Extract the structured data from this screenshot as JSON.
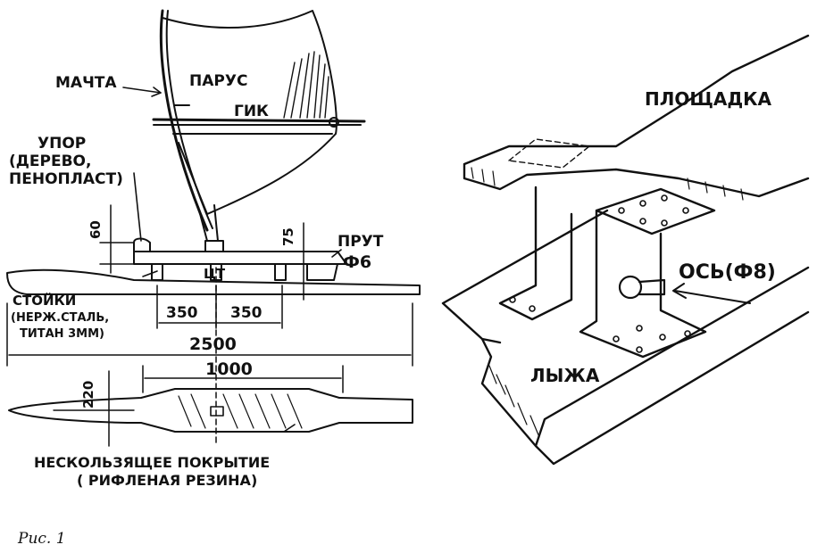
{
  "labels": {
    "mast": "МАЧТА",
    "sail": "ПАРУС",
    "boom": "ГИК",
    "stop": "УПОР",
    "stop_material_1": "(ДЕРЕВО,",
    "stop_material_2": "ПЕНОПЛАСТ)",
    "rod": "ПРУТ",
    "rod_dia": "Ф6",
    "cg": "ЦТ",
    "posts": "СТОЙКИ",
    "posts_material_1": "(НЕРЖ.СТАЛЬ,",
    "posts_material_2": "ТИТАН 3ММ)",
    "coating_1": "НЕСКОЛЬЗЯЩЕЕ ПОКРЫТИЕ",
    "coating_2": "( РИФЛЕНАЯ РЕЗИНА)",
    "platform": "ПЛОЩАДКА",
    "axle": "ОСЬ(Ф8)",
    "ski": "ЛЫЖА"
  },
  "dimensions": {
    "h60": "60",
    "h75": "75",
    "d350a": "350",
    "d350b": "350",
    "d2500": "2500",
    "d1000": "1000",
    "d220": "220"
  },
  "caption": "Рис. 1"
}
